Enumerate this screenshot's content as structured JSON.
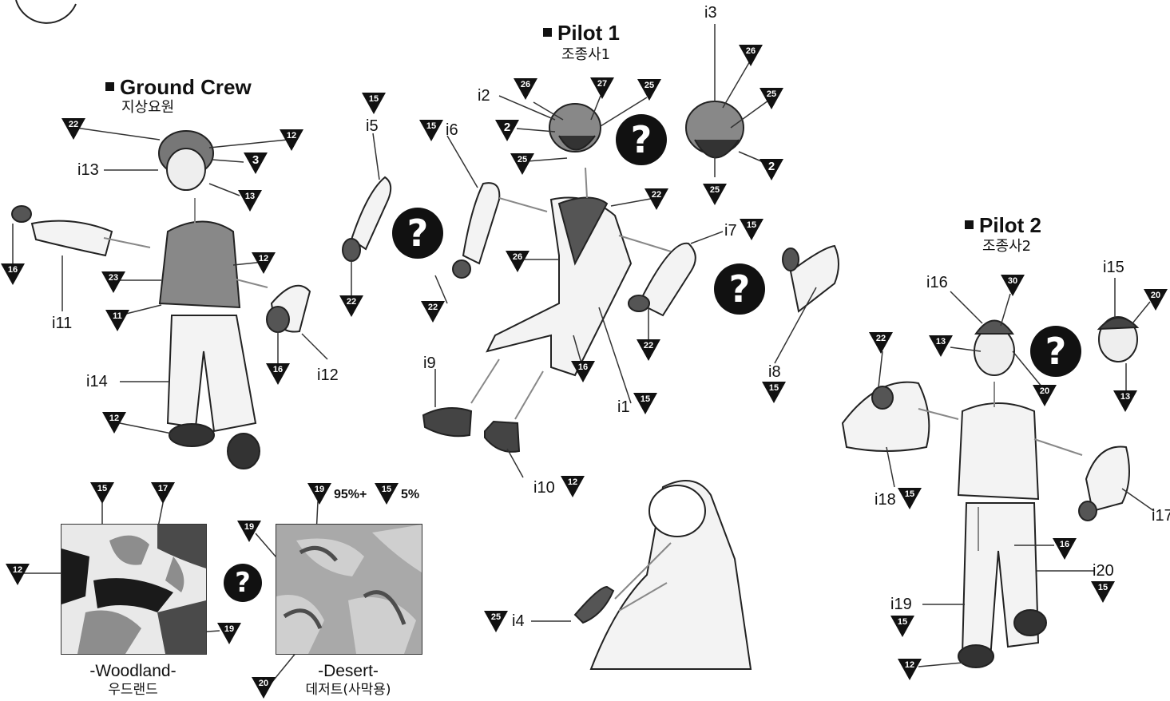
{
  "sections": {
    "ground_crew": {
      "title": "Ground Crew",
      "subtitle": "지상요원"
    },
    "pilot1": {
      "title": "Pilot 1",
      "subtitle": "조종사1"
    },
    "pilot2": {
      "title": "Pilot 2",
      "subtitle": "조종사2"
    }
  },
  "part_labels": {
    "i1": "i1",
    "i2": "i2",
    "i3": "i3",
    "i4": "i4",
    "i5": "i5",
    "i6": "i6",
    "i7": "i7",
    "i8": "i8",
    "i9": "i9",
    "i10": "i10",
    "i11": "i11",
    "i12": "i12",
    "i13": "i13",
    "i14": "i14",
    "i15": "i15",
    "i16": "i16",
    "i17": "i17",
    "i18": "i18",
    "i19": "i19",
    "i20": "i20"
  },
  "color_markers": [
    "22",
    "12",
    "3",
    "13",
    "12",
    "23",
    "11",
    "16",
    "12",
    "16",
    "15",
    "22",
    "15",
    "22",
    "26",
    "27",
    "25",
    "2",
    "25",
    "26",
    "25",
    "2",
    "25",
    "22",
    "26",
    "16",
    "15",
    "15",
    "22",
    "15",
    "12",
    "30",
    "22",
    "13",
    "20",
    "20",
    "13",
    "15",
    "16",
    "15",
    "15",
    "12",
    "15",
    "17",
    "12",
    "19",
    "19",
    "15",
    "19",
    "20",
    "25"
  ],
  "question_mark": "?",
  "camouflage": {
    "woodland": {
      "caption": "-Woodland-",
      "caption_ko": "우드랜드"
    },
    "desert": {
      "caption": "-Desert-",
      "caption_ko": "데저트(사막용)"
    },
    "desert_mix": {
      "primary_pct": "95%+",
      "secondary_pct": "5%"
    }
  },
  "colors": {
    "ink": "#111111",
    "woodland_light": "#e9e9e9",
    "woodland_mid": "#8d8d8d",
    "woodland_dark": "#4a4a4a",
    "desert_base": "#a9a9a9",
    "desert_light": "#cfcfcf",
    "desert_dark": "#4d4d4d"
  }
}
